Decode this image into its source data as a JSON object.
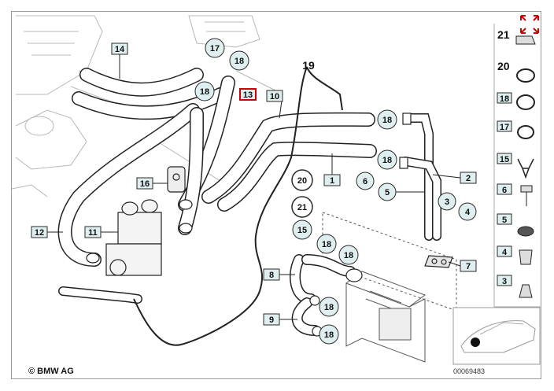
{
  "copyright": "© BMW AG",
  "reference_number": "00069483",
  "part_labels": [
    "1",
    "2",
    "3",
    "4",
    "5",
    "6",
    "7",
    "8",
    "9",
    "10",
    "11",
    "12",
    "13",
    "14",
    "15",
    "16",
    "17",
    "18",
    "19",
    "20",
    "21"
  ],
  "legend_labels": [
    "21",
    "20",
    "18",
    "17",
    "15",
    "6",
    "5",
    "4",
    "3"
  ],
  "highlighted_label": "13",
  "colors": {
    "callout_box_fill": "#dfeff0",
    "callout_box_border": "#2a2a2a",
    "highlight_border": "#cc0000",
    "line": "#222222",
    "expand_icon": "#cc0000"
  },
  "icons": {
    "expand": "expand-arrows-icon",
    "thumbnail": "car-locator-thumbnail"
  }
}
